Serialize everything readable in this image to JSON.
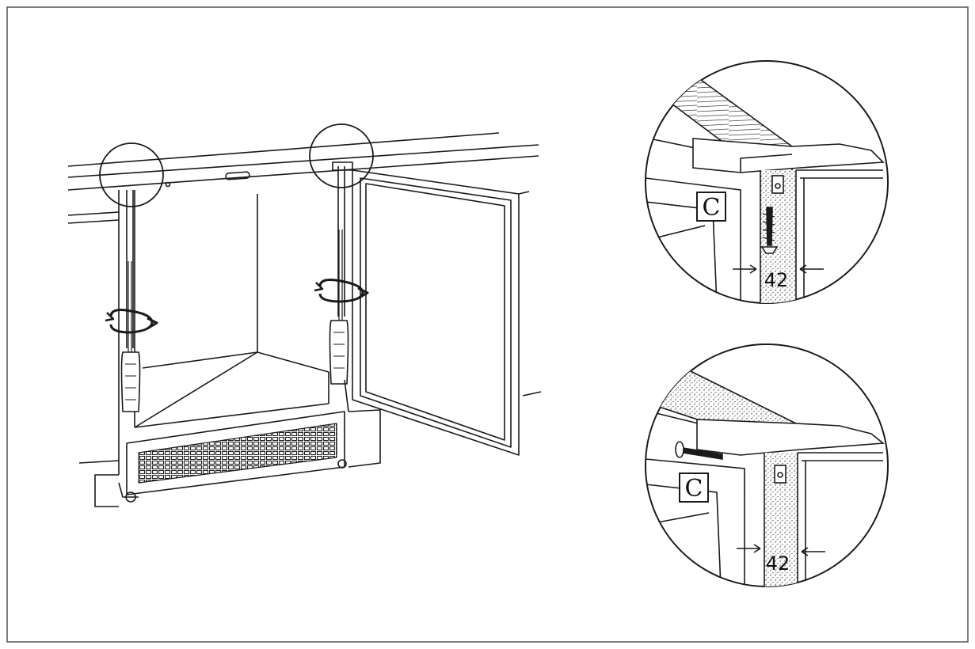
{
  "diagram": {
    "stroke_color": "#1a1a1a",
    "background_color": "#ffffff",
    "top_detail": {
      "callout_label": "C",
      "dimension_label": "42"
    },
    "bottom_detail": {
      "callout_label": "C",
      "dimension_label": "42"
    },
    "icons": [
      "screwdriver-icon",
      "rotation-arrow-icon",
      "screw-icon",
      "magnifier-circle-icon"
    ]
  }
}
